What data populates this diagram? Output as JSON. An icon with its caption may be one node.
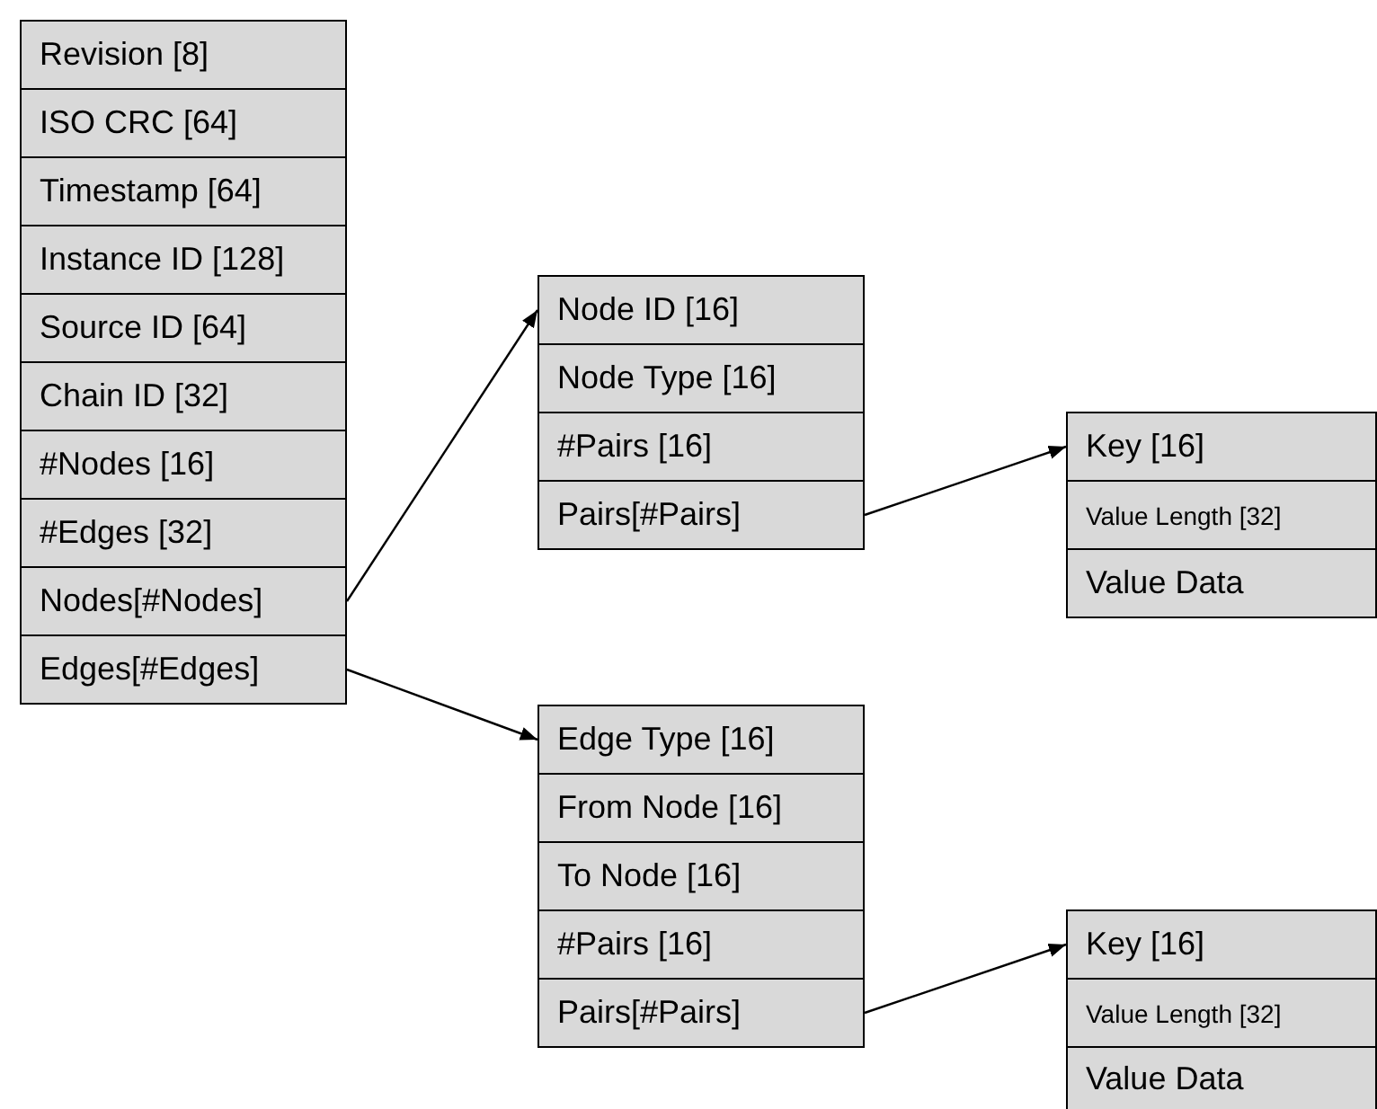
{
  "diagram": {
    "nodes": [
      {
        "text": [
          "Revision [8]"
        ]
      },
      {
        "text": [
          "ISO CRC [64]"
        ]
      },
      {
        "text": [
          "Timestamp [64]"
        ]
      },
      {
        "text": [
          "Instance ID [128]"
        ]
      },
      {
        "text": [
          "Source ID [64]"
        ]
      },
      {
        "text": [
          "Chain ID [32]"
        ]
      },
      {
        "text": [
          "#Nodes [16]"
        ]
      },
      {
        "text": [
          "#Edges [32]"
        ]
      },
      {
        "text": [
          "Nodes[#Nodes]"
        ]
      },
      {
        "text": [
          "Edges[#Edges]"
        ]
      },
      {
        "text": [
          "Node ID [16]"
        ]
      },
      {
        "text": [
          "Node Type [16]"
        ]
      },
      {
        "text": [
          "#Pairs [16]"
        ]
      },
      {
        "text": [
          "Pairs[#Pairs]"
        ]
      },
      {
        "text": [
          "Key [16]"
        ]
      },
      {
        "text": [
          "Value Length [32]"
        ]
      },
      {
        "text": [
          "Value Data"
        ]
      },
      {
        "text": [
          "Edge Type [16]"
        ]
      },
      {
        "text": [
          "From Node [16]"
        ]
      },
      {
        "text": [
          "To Node [16]"
        ]
      },
      {
        "text": [
          "#Pairs [16]"
        ]
      },
      {
        "text": [
          "Pairs[#Pairs]"
        ]
      },
      {
        "text": [
          "Key [16]"
        ]
      },
      {
        "text": [
          "Value Length [32]"
        ]
      },
      {
        "text": [
          "Value Data"
        ]
      }
    ],
    "edges": [
      {
        "from": 8,
        "to": 10,
        "arrow": "to"
      },
      {
        "from": 9,
        "to": 17,
        "arrow": "to"
      },
      {
        "from": 13,
        "to": 14,
        "arrow": "to"
      },
      {
        "from": 21,
        "to": 22,
        "arrow": "to"
      }
    ]
  }
}
